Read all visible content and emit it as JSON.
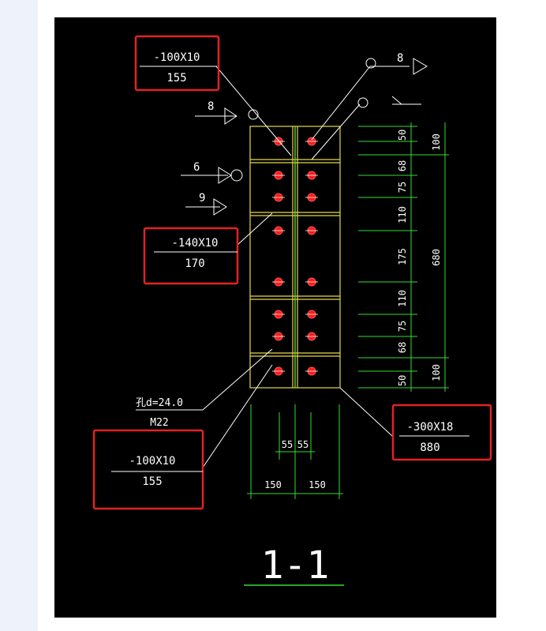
{
  "colors": {
    "background": "#000000",
    "plate": "#e6d84a",
    "bolt": "#ff1a1a",
    "dimension": "#33dd33",
    "line": "#ffffff",
    "highlight_box": "#e52222",
    "left_panel": "#eef3fb"
  },
  "labels": {
    "top_plate_spec": "-100X10",
    "top_plate_length": "155",
    "mid_plate_spec": "-140X10",
    "mid_plate_length": "170",
    "bottom_plate_spec": "-100X10",
    "bottom_plate_length": "155",
    "main_plate_spec": "-300X18",
    "main_plate_length": "880",
    "hole_note": "孔d=24.0",
    "bolt_note": "M22",
    "section_title": "1-1",
    "weld_8_top_right": "8",
    "weld_8_left": "8",
    "weld_6": "6",
    "weld_9": "9"
  },
  "dimensions": {
    "vertical_inner": [
      "50",
      "68",
      "75",
      "110",
      "175",
      "110",
      "75",
      "68",
      "50"
    ],
    "vertical_outer": [
      "100",
      "680",
      "100"
    ],
    "horizontal_inner": [
      "55",
      "55"
    ],
    "horizontal_outer": [
      "150",
      "150"
    ]
  }
}
